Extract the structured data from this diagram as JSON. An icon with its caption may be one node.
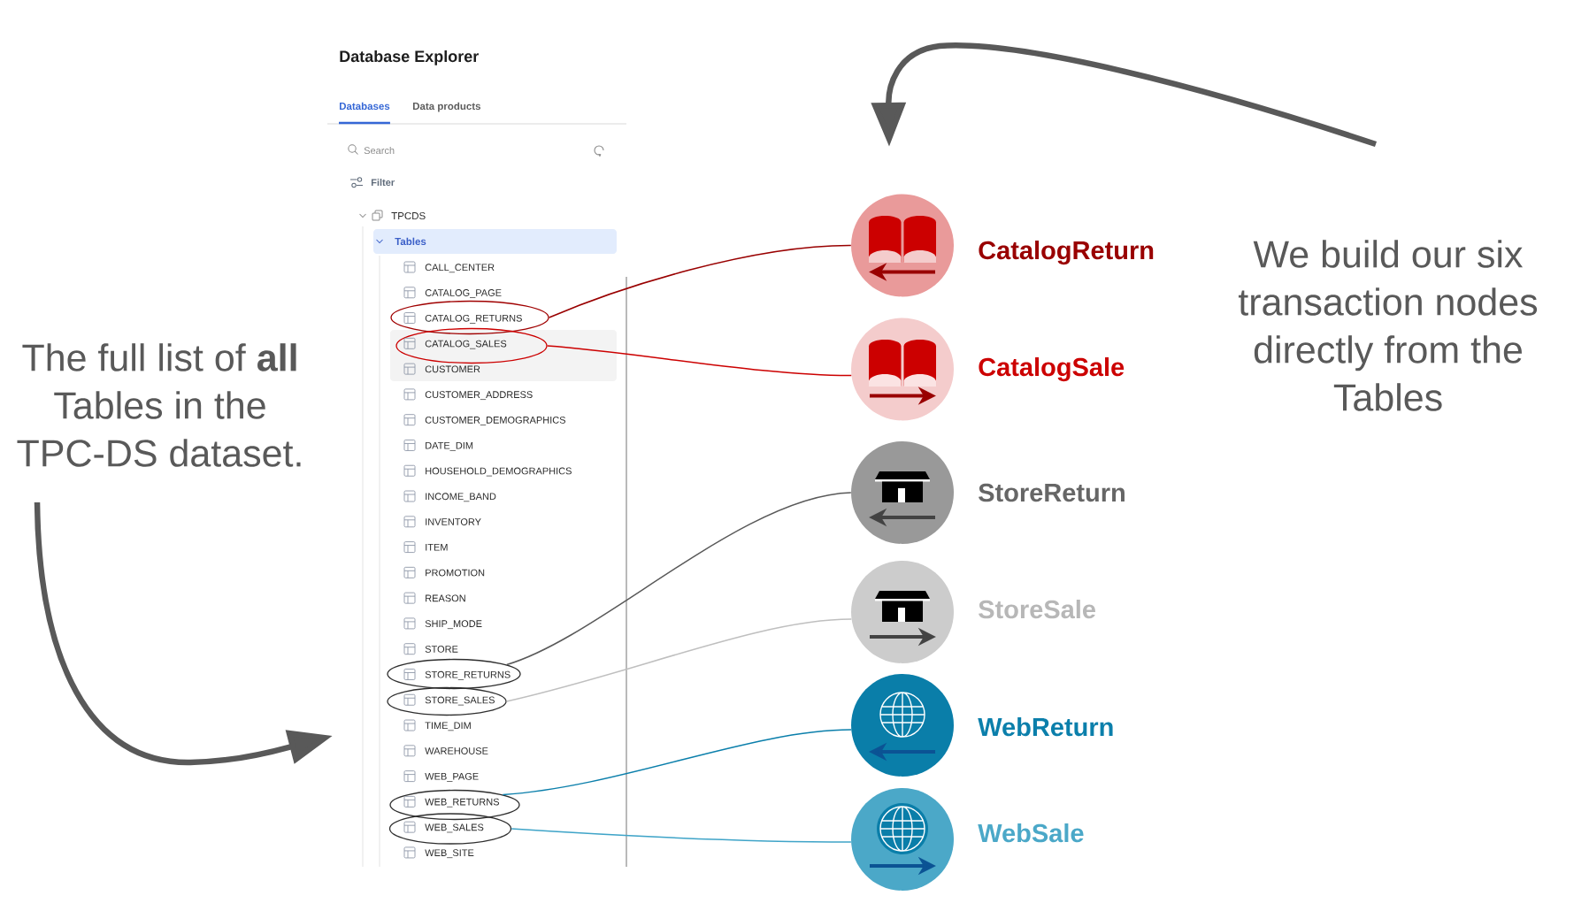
{
  "diagram": {
    "nodes": [
      {
        "text": [
          "The full list of **all** Tables in the TPC-DS dataset."
        ]
      },
      {
        "text": [
          "CATALOG_RETURNS"
        ]
      },
      {
        "text": [
          "CATALOG_SALES"
        ]
      },
      {
        "text": [
          "STORE_RETURNS"
        ]
      },
      {
        "text": [
          "STORE_SALES"
        ]
      },
      {
        "text": [
          "WEB_RETURNS"
        ]
      },
      {
        "text": [
          "WEB_SALES"
        ]
      },
      {
        "text": [
          "CatalogReturn"
        ]
      },
      {
        "text": [
          "CatalogSale"
        ]
      },
      {
        "text": [
          "StoreReturn"
        ]
      },
      {
        "text": [
          "StoreSale"
        ]
      },
      {
        "text": [
          "WebReturn"
        ]
      },
      {
        "text": [
          "WebSale"
        ]
      },
      {
        "text": [
          "We build our six transaction nodes directly from the Tables"
        ]
      }
    ],
    "edges": [
      {
        "from": 0,
        "to": null,
        "arrow": "to",
        "style": "thick",
        "color": "#595959"
      },
      {
        "from": 13,
        "to": null,
        "arrow": "to",
        "style": "thick",
        "color": "#595959"
      },
      {
        "from": 1,
        "to": 7,
        "arrow": "none",
        "color": "#990000"
      },
      {
        "from": 2,
        "to": 8,
        "arrow": "none",
        "color": "#cc0000"
      },
      {
        "from": 3,
        "to": 9,
        "arrow": "none",
        "color": "#595959"
      },
      {
        "from": 4,
        "to": 10,
        "arrow": "none",
        "color": "#bfbfbf"
      },
      {
        "from": 5,
        "to": 11,
        "arrow": "none",
        "color": "#0b7fab"
      },
      {
        "from": 6,
        "to": 12,
        "arrow": "none",
        "color": "#3fa4c8"
      }
    ],
    "labels": [
      "Database Explorer",
      "Databases",
      "Data products",
      "Search",
      "Filter",
      "TPCDS",
      "Tables",
      "CALL_CENTER",
      "CATALOG_PAGE",
      "CUSTOMER",
      "CUSTOMER_ADDRESS",
      "CUSTOMER_DEMOGRAPHICS",
      "DATE_DIM",
      "HOUSEHOLD_DEMOGRAPHICS",
      "INCOME_BAND",
      "INVENTORY",
      "ITEM",
      "PROMOTION",
      "REASON",
      "SHIP_MODE",
      "STORE",
      "TIME_DIM",
      "WAREHOUSE",
      "WEB_PAGE",
      "WEB_SITE"
    ]
  }
}
